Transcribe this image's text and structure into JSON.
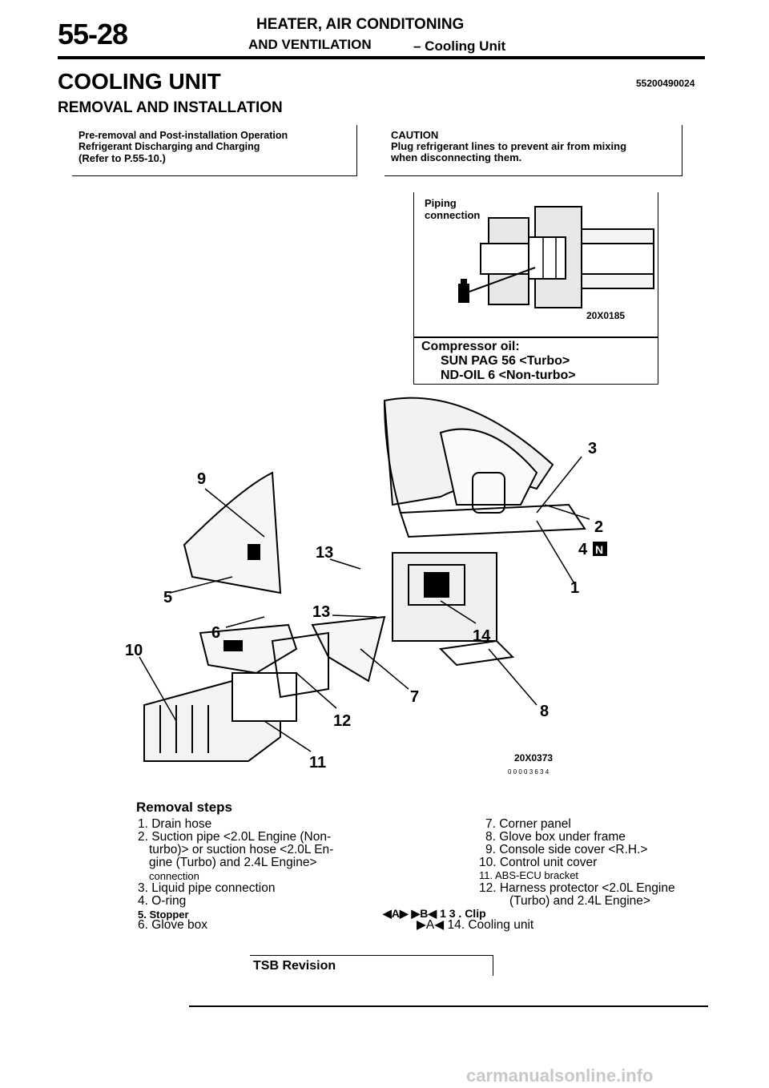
{
  "header": {
    "page_number": "55-28",
    "line1": "HEATER, AIR CONDITONING",
    "line2": "AND VENTILATION",
    "section": "– Cooling Unit",
    "code": "55200490024"
  },
  "title": "COOLING UNIT",
  "subtitle": "REMOVAL AND INSTALLATION",
  "pre_box": {
    "line1": "Pre-removal and Post-installation Operation",
    "line2": "Refrigerant Discharging and Charging",
    "line3": "(Refer to P.55-10.)"
  },
  "caution_box": {
    "line1": "CAUTION",
    "line2": "Plug refrigerant lines to prevent air from mixing",
    "line3": "when disconnecting them."
  },
  "figure1": {
    "label1": "Piping",
    "label2": "connection",
    "code": "20X0185",
    "oil_title": "Compressor oil:",
    "oil_line1": "SUN PAG 56 <Turbo>",
    "oil_line2": "ND-OIL 6 <Non-turbo>"
  },
  "figure2": {
    "code": "20X0373",
    "code2": "0 0 0 0 3 6 3 4",
    "callouts": [
      "9",
      "3",
      "2",
      "4",
      "N",
      "13",
      "5",
      "1",
      "13",
      "6",
      "14",
      "10",
      "7",
      "8",
      "12",
      "11"
    ]
  },
  "removal": {
    "title": "Removal steps",
    "left": [
      "1. Drain hose",
      "2. Suction pipe <2.0L Engine (Non-",
      "turbo)> or suction hose <2.0L En-",
      "gine (Turbo) and 2.4L Engine>",
      "connection",
      "3. Liquid pipe connection",
      "4. O-ring",
      "5. Stopper",
      "6. Glove box"
    ],
    "right": [
      "7. Corner panel",
      "8. Glove box under frame",
      "9. Console side cover <R.H.>",
      "10. Control unit cover",
      "11. ABS-ECU bracket",
      "12. Harness protector <2.0L Engine",
      "(Turbo) and 2.4L Engine>",
      "◀A▶ ▶B◀ 1 3 . Clip",
      "▶A◀ 14. Cooling unit"
    ]
  },
  "tsb": "TSB Revision",
  "footer": "carmanualsonline.info"
}
